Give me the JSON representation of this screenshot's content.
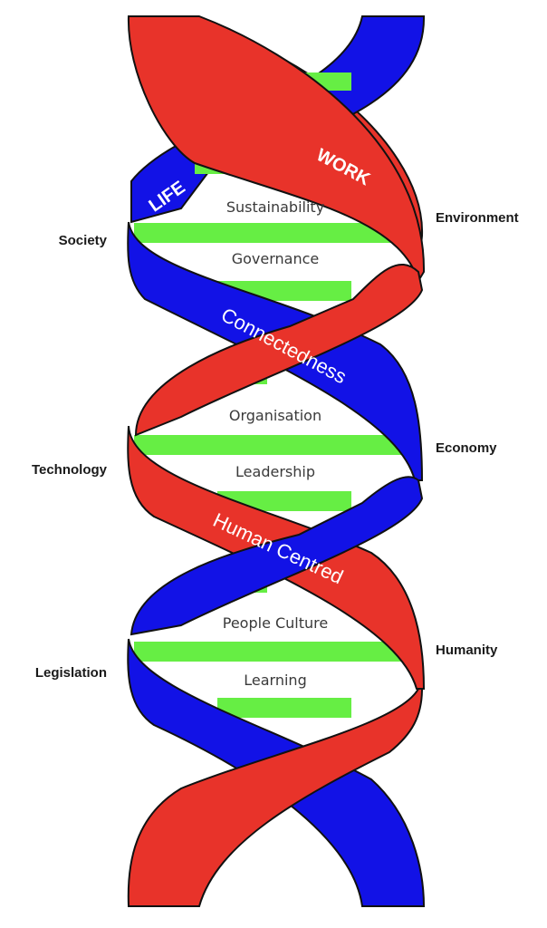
{
  "colors": {
    "red_strand": "#e8332a",
    "blue_strand": "#1212e6",
    "rung": "#66ee44",
    "outline": "#111111"
  },
  "strand_labels": {
    "life": "LIFE",
    "work": "WORK",
    "connectedness": "Connectedness",
    "human_centred": "Human Centred"
  },
  "rung_labels": [
    "Sustainability",
    "Governance",
    "Organisation",
    "Leadership",
    "People Culture",
    "Learning"
  ],
  "left_labels": [
    "Society",
    "Technology",
    "Legislation"
  ],
  "right_labels": [
    "Environment",
    "Economy",
    "Humanity"
  ]
}
